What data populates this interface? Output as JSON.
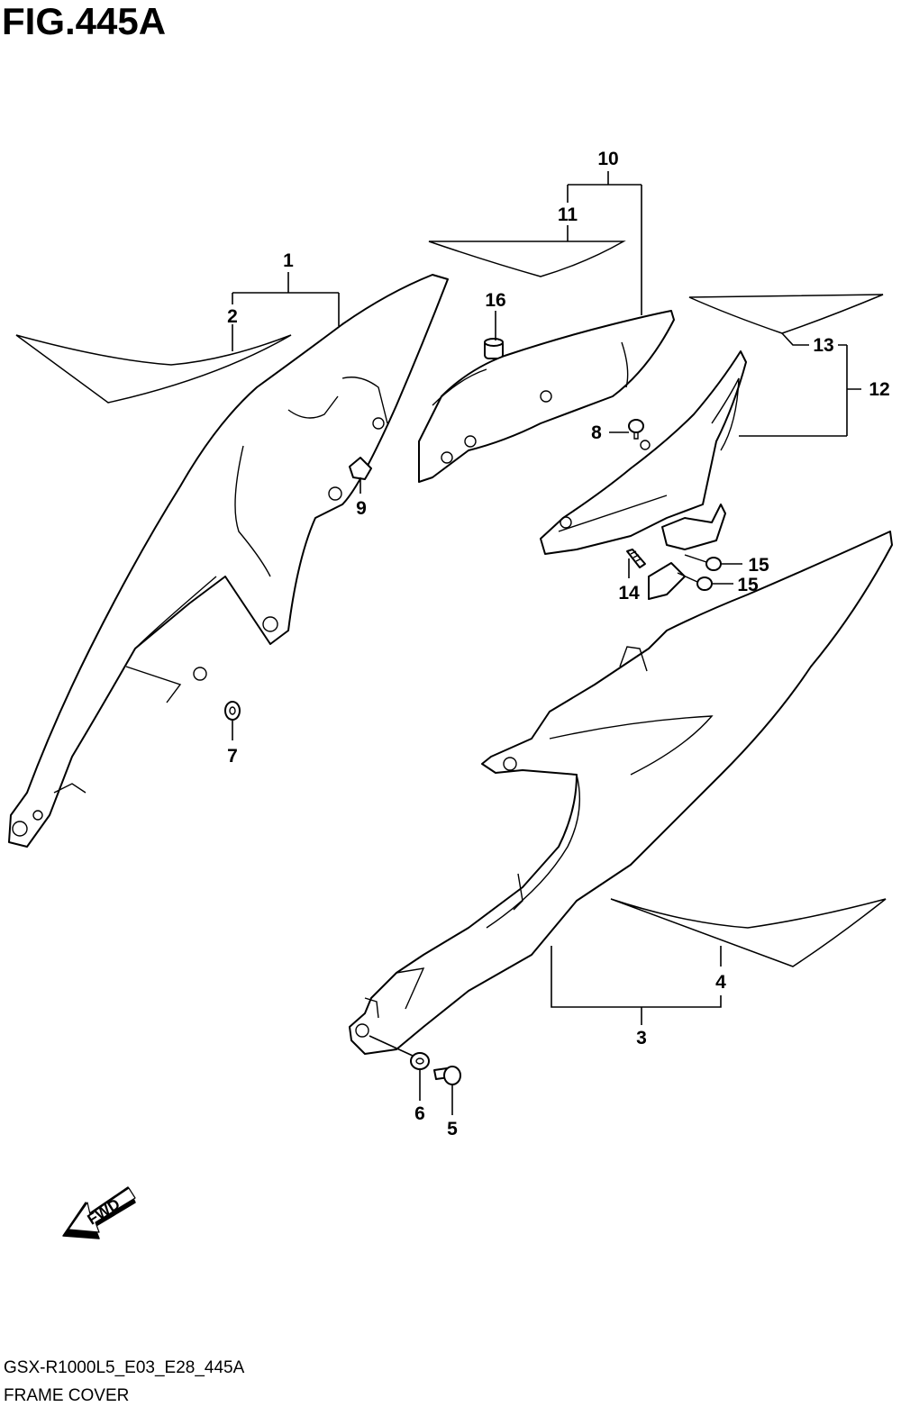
{
  "figure": {
    "title": "FIG.445A",
    "code": "GSX-R1000L5_E03_E28_445A",
    "name": "FRAME COVER"
  },
  "callouts": {
    "c1": "1",
    "c2": "2",
    "c3": "3",
    "c4": "4",
    "c5": "5",
    "c6": "6",
    "c7": "7",
    "c8": "8",
    "c9": "9",
    "c10": "10",
    "c11": "11",
    "c12": "12",
    "c13": "13",
    "c14": "14",
    "c15a": "15",
    "c15b": "15",
    "c16": "16"
  },
  "direction_label": "FWD"
}
